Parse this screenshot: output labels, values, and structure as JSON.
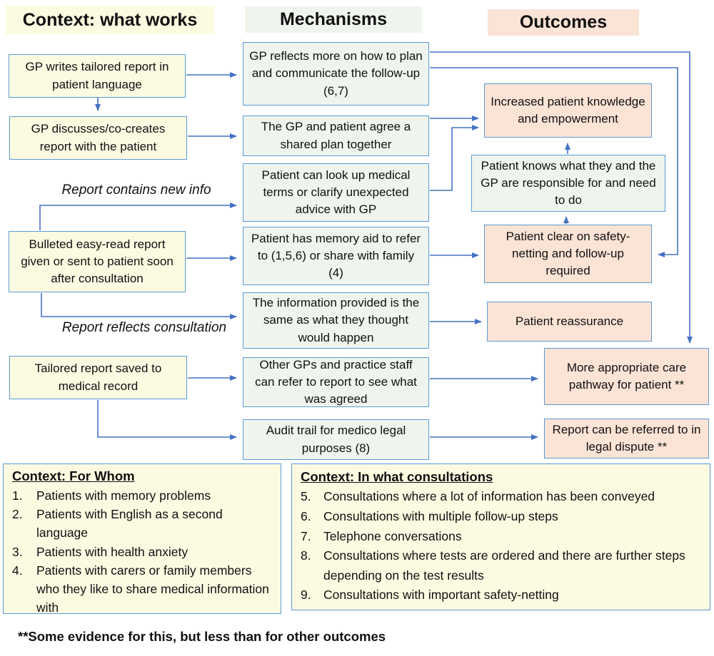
{
  "headers": {
    "context": "Context: what works",
    "mechanisms": "Mechanisms",
    "outcomes": "Outcomes"
  },
  "columns": {
    "context": {
      "boxes": [
        "GP writes tailored report in patient language",
        "GP discusses/co-creates report with the patient",
        "Bulleted easy-read report given or sent to patient soon after consultation",
        "Tailored report saved to medical record"
      ]
    },
    "mechanisms": {
      "boxes": [
        "GP reflects more on how to plan and communicate the follow-up (6,7)",
        "The GP and patient agree a shared plan together",
        "Patient can look up medical terms or clarify unexpected advice with GP",
        "Patient has memory aid to refer to (1,5,6) or share with family (4)",
        "The information provided is the same as what they thought would happen",
        "Other GPs and practice staff can refer to report to see what was agreed",
        "Audit trail for medico legal purposes (8)"
      ]
    },
    "outcomes": {
      "boxes": [
        "Increased patient knowledge and empowerment",
        "Patient knows what they and the GP are responsible for and need to do",
        "Patient clear on safety-netting and follow-up required",
        "Patient reassurance",
        "More appropriate care pathway for patient **",
        "Report can be referred to in legal dispute **"
      ]
    }
  },
  "flow_labels": {
    "contains_new_info": "Report contains new info",
    "reflects_consultation": "Report reflects consultation"
  },
  "panels": {
    "for_whom": {
      "title": "Context: For Whom",
      "items": [
        {
          "num": "1.",
          "text": "Patients with memory problems"
        },
        {
          "num": "2.",
          "text": "Patients with English as a second language"
        },
        {
          "num": "3.",
          "text": "Patients with health anxiety"
        },
        {
          "num": "4.",
          "text": "Patients with carers or family members who they like to share medical information with"
        }
      ]
    },
    "consultations": {
      "title": "Context: In what consultations",
      "items": [
        {
          "num": "5.",
          "text": "Consultations where a lot of information has been conveyed"
        },
        {
          "num": "6.",
          "text": "Consultations with multiple follow-up steps"
        },
        {
          "num": "7.",
          "text": "Telephone conversations"
        },
        {
          "num": "8.",
          "text": "Consultations where tests are ordered and there are further steps depending on the test results"
        },
        {
          "num": "9.",
          "text": "Consultations with important safety-netting"
        }
      ]
    }
  },
  "footnote": "**Some evidence for this, but less than for other outcomes",
  "colors": {
    "box_border": "#5B9BD5",
    "arrow": "#4472C4",
    "context_fill": "#FCFAE1",
    "mechanism_fill": "#EFF4ED",
    "outcome_fill": "#FBE3D5"
  }
}
